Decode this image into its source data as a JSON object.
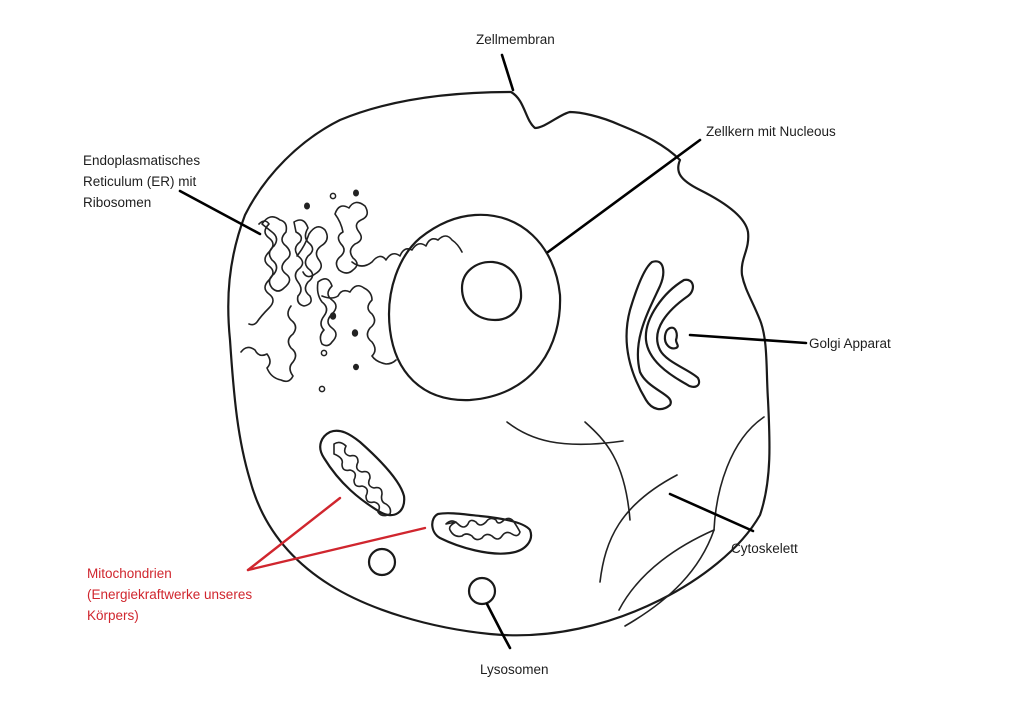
{
  "diagram": {
    "subject": "Tierzelle (animal cell)",
    "style": "hand-drawn line drawing",
    "colors": {
      "ink": "#1a1a1a",
      "label_text": "#1e1e1e",
      "highlight": "#d0262e",
      "background": "#ffffff"
    },
    "labels": {
      "zellmembran": {
        "text": "Zellmembran",
        "color_role": "ink"
      },
      "er": {
        "lines": [
          "Endoplasmatisches",
          "Reticulum (ER) mit",
          "Ribosomen"
        ],
        "color_role": "ink"
      },
      "zellkern": {
        "text": "Zellkern mit Nucleous",
        "color_role": "ink"
      },
      "golgi": {
        "text": "Golgi Apparat",
        "color_role": "ink"
      },
      "cytoskelett": {
        "text": "Cytoskelett",
        "color_role": "ink"
      },
      "mitochondrien": {
        "lines": [
          "Mitochondrien",
          "(Energiekraftwerke unseres",
          "Körpers)"
        ],
        "color_role": "highlight"
      },
      "lysosomen": {
        "text": "Lysosomen",
        "color_role": "ink"
      }
    },
    "structures": [
      "cell-membrane",
      "endoplasmic-reticulum",
      "ribosomes",
      "nucleus",
      "nucleolus",
      "golgi-apparatus",
      "mitochondrion",
      "mitochondrion",
      "lysosome",
      "lysosome",
      "cytoskeleton-fibers"
    ]
  }
}
